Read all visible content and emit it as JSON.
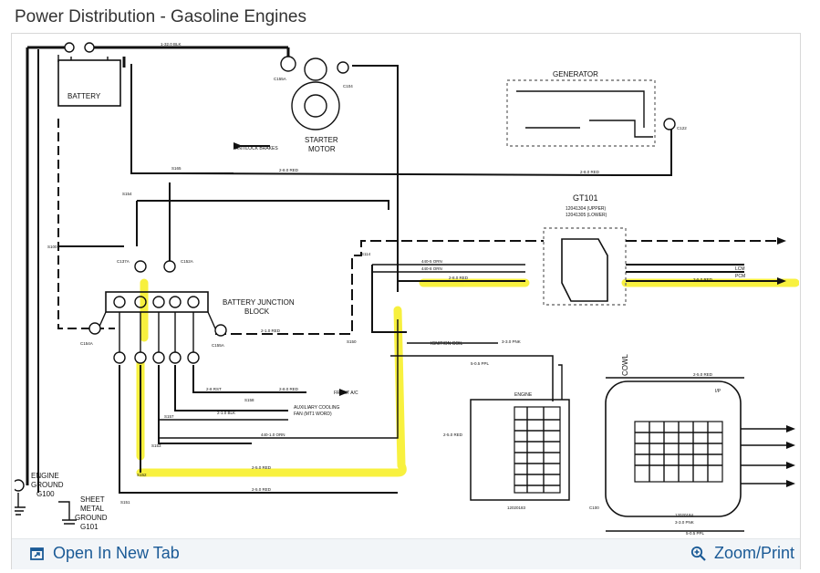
{
  "page": {
    "title": "Power Distribution - Gasoline Engines"
  },
  "actions": {
    "open_new_tab": "Open In New Tab",
    "zoom_print": "Zoom/Print"
  },
  "diagram": {
    "labels": {
      "battery": "BATTERY",
      "starter": "STARTER",
      "motor": "MOTOR",
      "generator": "GENERATOR",
      "gt101": "GT101",
      "gt101_sub1": "12041304 (UPPER)",
      "gt101_sub2": "12041305 (LOWER)",
      "bjb1": "BATTERY JUNCTION",
      "bjb2": "BLOCK",
      "engine_ground1": "ENGINE",
      "engine_ground2": "GROUND",
      "engine_ground3": "G100",
      "sheet1": "SHEET",
      "sheet2": "METAL",
      "sheet3": "GROUND",
      "sheet4": "G101",
      "antilock": "ANTILOCK BRAKES",
      "front_ac": "FRONT A/C",
      "aux_fan1": "AUXILIARY COOLING",
      "aux_fan2": "FAN (MT1 WORD)",
      "ignition_coil": "IGNITION COIL",
      "engine": "ENGINE",
      "cowl": "COWL",
      "lcm": "LCM",
      "pcm": "PCM",
      "ip": "I/P",
      "c155a": "C155A",
      "c104": "C104",
      "c122": "C122",
      "s165": "S165",
      "s154": "S154",
      "s100": "S100",
      "c137a": "C137A",
      "c152a": "C152A",
      "c154a": "C154A",
      "c155a2": "C155A",
      "s150": "S150",
      "s114": "S114",
      "s158": "S158",
      "s157": "S157",
      "s153": "S153",
      "s152": "S152",
      "s151": "S151",
      "c100": "C100",
      "c12020183": "12020183",
      "c12020184": "12020184"
    },
    "wires": {
      "w1": "1-32.0 BLK",
      "w2": "2-8.0 RED",
      "w3": "2-8.0 RED",
      "w4": "440-5 ORN",
      "w5": "440-8 ORN",
      "w6": "2-8.0 RED",
      "w7": "3-3.0 PNK",
      "w8": "5-0.5 PPL",
      "w9": "440-1.0 ORN",
      "w10": "2-5.0 RED",
      "w11": "2-5.0 RED",
      "w12": "2-5.0 RED",
      "w13": "2-1.0 RED",
      "w14": "2-8 RST",
      "w15": "2-8.0 RED",
      "w16": "2-1.0 BLK",
      "w17": "3-3.0 PNK",
      "w18": "5-0.5 PPL",
      "w19": "2-5.0 RED",
      "w20": "2-5.0 RED"
    },
    "colors": {
      "highlight": "#f7ef2a",
      "wire": "#111111"
    }
  }
}
